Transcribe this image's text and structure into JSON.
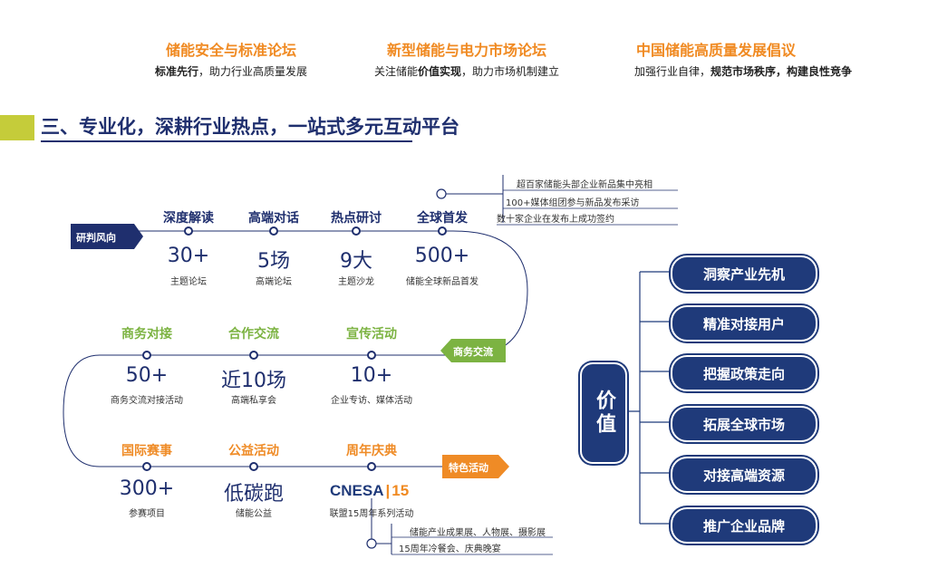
{
  "top_items": [
    {
      "title": "储能安全与标准论坛",
      "sub_bold": "标准先行",
      "sub_rest": "，助力行业高质量发展",
      "sub_pre": ""
    },
    {
      "title": "新型储能与电力市场论坛",
      "sub_pre": "关注储能",
      "sub_bold": "价值实现",
      "sub_rest": "，助力市场机制建立"
    },
    {
      "title": "中国储能高质量发展倡议",
      "sub_pre": "加强行业自律，",
      "sub_bold": "规范市场秩序，构建良性竞争",
      "sub_rest": ""
    }
  ],
  "section_title": "三、专业化，深耕行业热点，一站式多元互动平台",
  "flags": {
    "research": "研判风向",
    "business": "商务交流",
    "special": "特色活动"
  },
  "row1": [
    {
      "cat": "深度解读",
      "big": "30+",
      "small": "主题论坛"
    },
    {
      "cat": "高端对话",
      "big": "5场",
      "small": "高端论坛"
    },
    {
      "cat": "热点研讨",
      "big": "9大",
      "small": "主题沙龙"
    },
    {
      "cat": "全球首发",
      "big": "500+",
      "small": "储能全球新品首发"
    }
  ],
  "row1_notes": [
    "超百家储能头部企业新品集中亮相",
    "100+媒体组团参与新品发布采访",
    "数十家企业在发布上成功签约"
  ],
  "row2": [
    {
      "cat": "商务对接",
      "big": "50+",
      "small": "商务交流对接活动"
    },
    {
      "cat": "合作交流",
      "big": "近10场",
      "small": "高端私享会"
    },
    {
      "cat": "宣传活动",
      "big": "10+",
      "small": "企业专访、媒体活动"
    }
  ],
  "row3": [
    {
      "cat": "国际赛事",
      "big": "300+",
      "small": "参赛项目"
    },
    {
      "cat": "公益活动",
      "big": "低碳跑",
      "small": "储能公益"
    },
    {
      "cat": "周年庆典",
      "logo": "CNESA",
      "logo_num": "15",
      "small": "联盟15周年系列活动"
    }
  ],
  "row3_notes": [
    "储能产业成果展、人物展、摄影展",
    "15周年冷餐会、庆典晚宴"
  ],
  "value": {
    "center": "价值",
    "items": [
      "洞察产业先机",
      "精准对接用户",
      "把握政策走向",
      "拓展全球市场",
      "对接高端资源",
      "推广企业品牌"
    ]
  },
  "colors": {
    "navy": "#1f2f6e",
    "green": "#7cb342",
    "orange": "#ef8b26",
    "title_orange": "#f08a22"
  }
}
